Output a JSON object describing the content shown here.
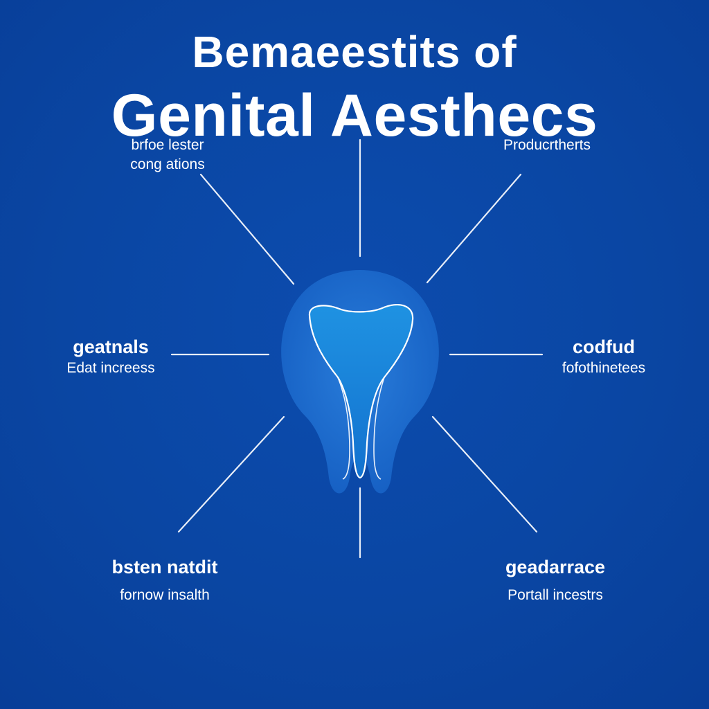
{
  "title": {
    "line1": "Bemaeestits of",
    "line2": "Genital Aesthecs"
  },
  "labels": {
    "top_left": {
      "line1": "brfoe lester",
      "line2": "cong ations"
    },
    "top_right": {
      "line1": "Producrtherts"
    },
    "mid_left": {
      "heading": "geatnals",
      "sub": "Edat increess"
    },
    "mid_right": {
      "heading": "codfud",
      "sub": "fofothinetees"
    },
    "bottom_left": {
      "heading": "bsten natdit",
      "sub": "fornow insalth"
    },
    "bottom_right": {
      "heading": "geadarrace",
      "sub": "Portall incestrs"
    }
  },
  "colors": {
    "background": "#0a46a3",
    "text": "#ffffff",
    "connector": "#e8eef8",
    "center_circle": "#1d6fd0",
    "center_shape": "#1a86d8",
    "center_outline": "#ffffff"
  },
  "center_icon": "tooth-shape-icon"
}
